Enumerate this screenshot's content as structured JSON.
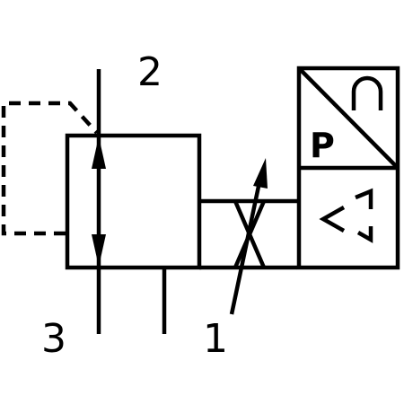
{
  "diagram": {
    "ports": {
      "port_2": "2",
      "port_3": "3",
      "port_1": "1"
    },
    "actuator": {
      "pressure_label": "P"
    },
    "colors": {
      "line": "#000000",
      "background": "#ffffff"
    }
  }
}
